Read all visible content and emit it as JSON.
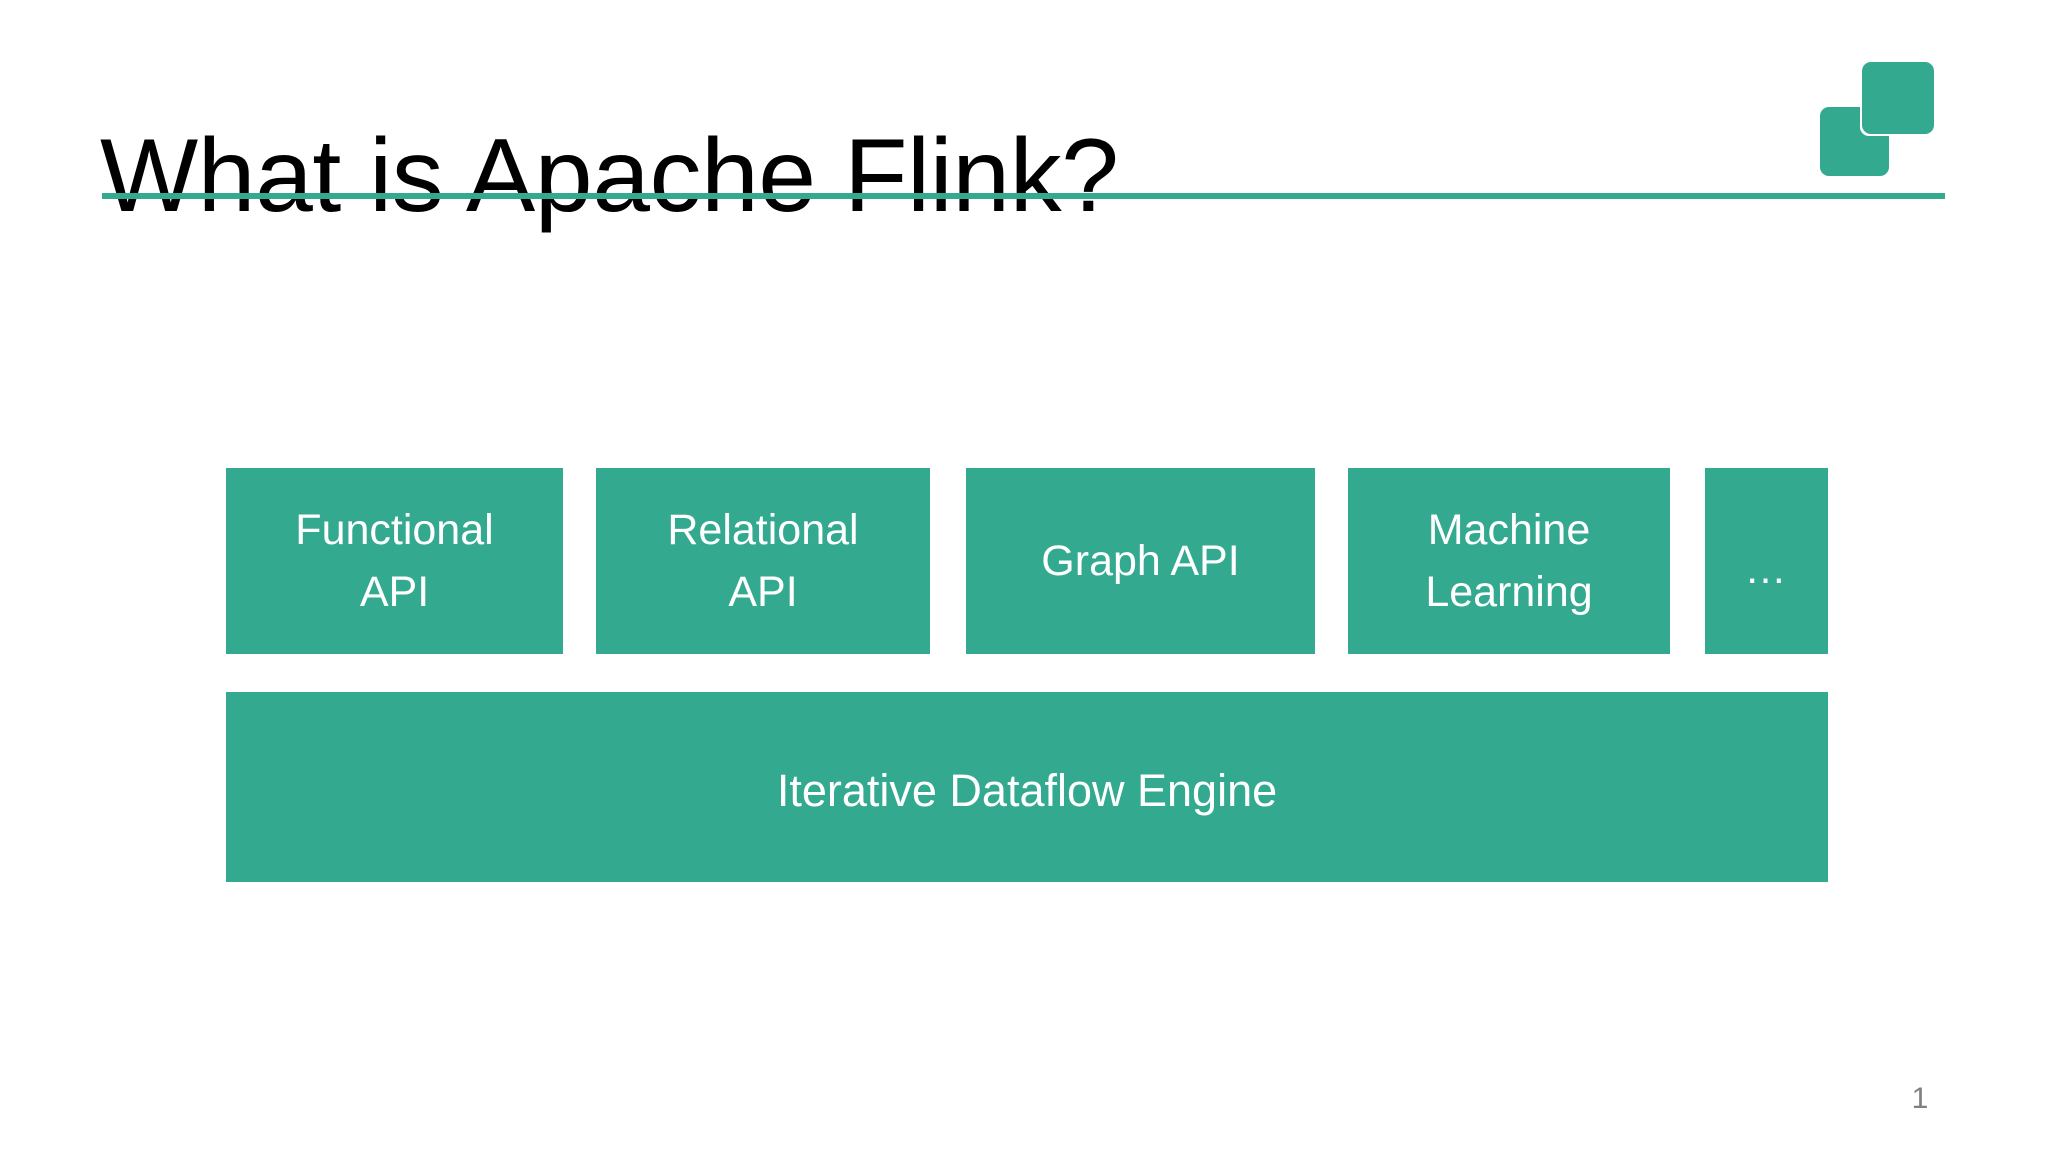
{
  "slide": {
    "title": "What is Apache Flink?",
    "page_number": "1",
    "accent_color": "#33A98F",
    "title_color": "#000000",
    "background_color": "#FFFFFF",
    "page_number_color": "#808080"
  },
  "logo": {
    "name": "apache-flink-squares-logo",
    "color": "#33A98F"
  },
  "diagram": {
    "type": "layered-stack",
    "api_layer": [
      {
        "id": "functional-api",
        "label": "Functional\nAPI"
      },
      {
        "id": "relational-api",
        "label": "Relational\nAPI"
      },
      {
        "id": "graph-api",
        "label": "Graph API"
      },
      {
        "id": "machine-learning",
        "label": "Machine\nLearning"
      },
      {
        "id": "more",
        "label": "…"
      }
    ],
    "engine_layer": {
      "id": "iterative-dataflow-engine",
      "label": "Iterative Dataflow Engine"
    }
  }
}
